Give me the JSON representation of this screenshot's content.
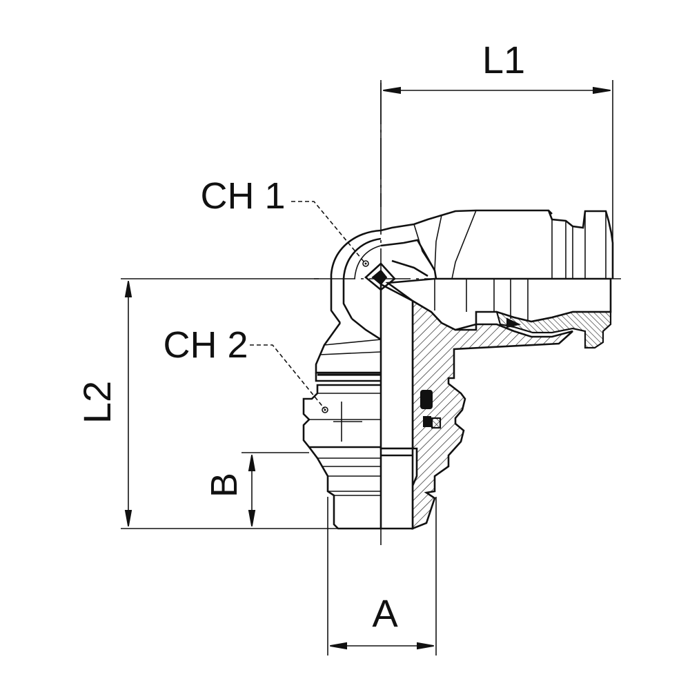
{
  "drawing": {
    "labels": {
      "ch1": "CH 1",
      "ch2": "CH 2",
      "l1": "L1",
      "l2": "L2",
      "a": "A",
      "b": "B"
    },
    "colors": {
      "ink": "#111111",
      "background": "#ffffff"
    }
  }
}
